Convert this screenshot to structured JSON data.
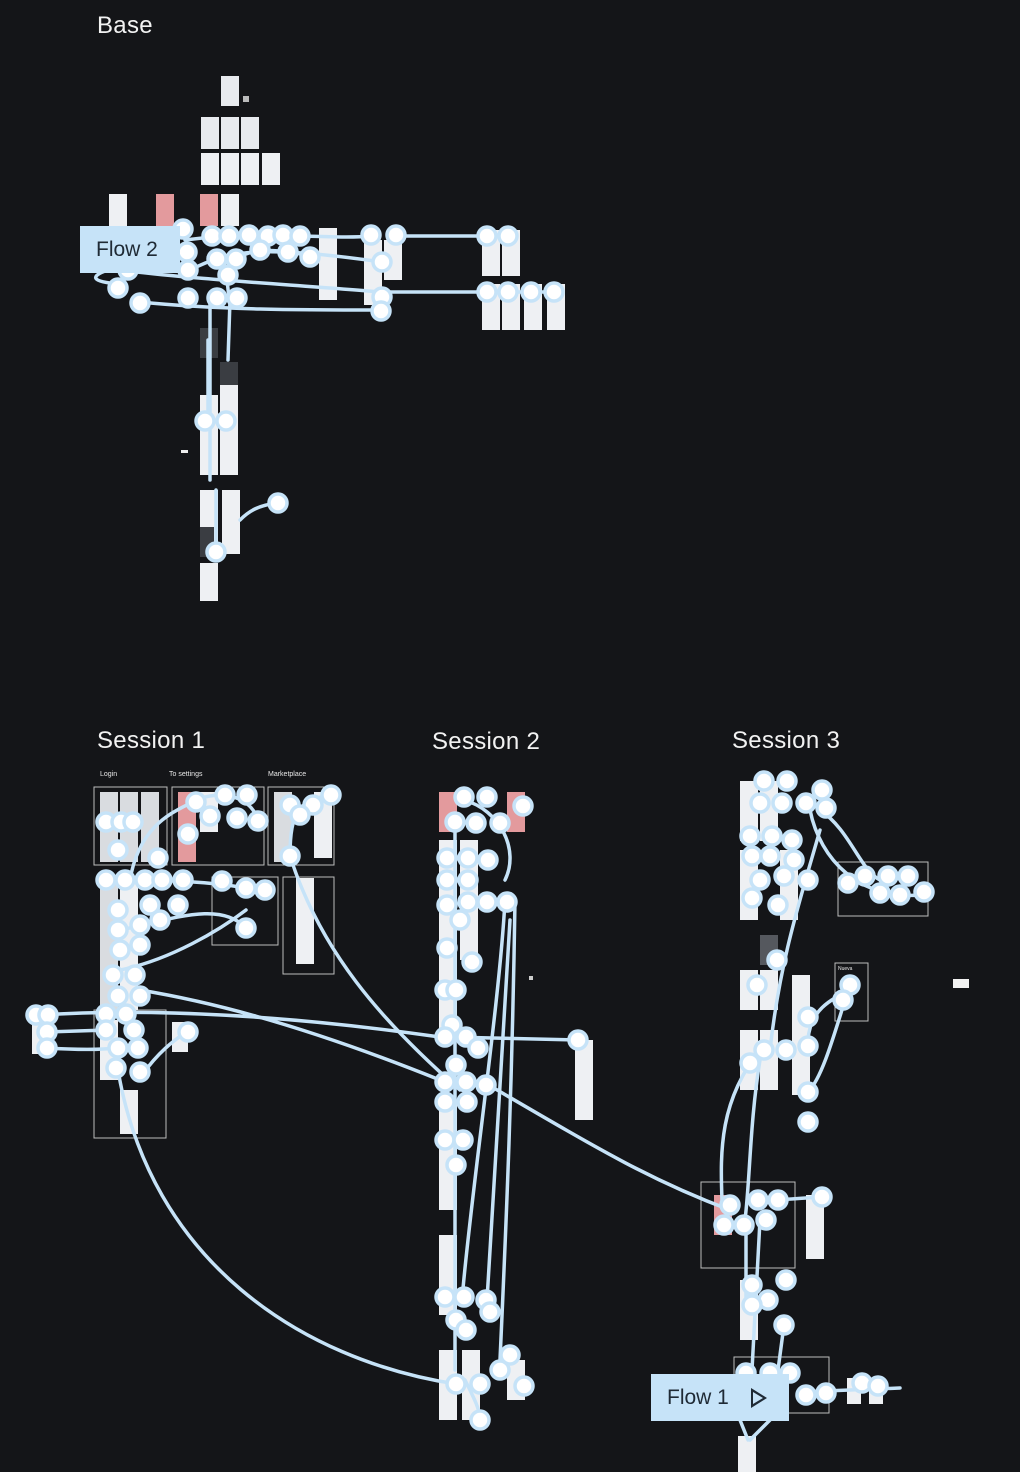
{
  "canvas": {
    "background": "#141518",
    "connector_color": "#c6e3f8",
    "sections": [
      {
        "title": "Base"
      },
      {
        "title": "Session 1",
        "groups": [
          "Login",
          "To settings",
          "Marketplace"
        ]
      },
      {
        "title": "Session 2"
      },
      {
        "title": "Session 3",
        "groups": [
          "Nueva"
        ]
      }
    ],
    "flows": [
      {
        "label": "Flow 2",
        "icon": null
      },
      {
        "label": "Flow 1",
        "icon": "play-icon"
      }
    ]
  }
}
